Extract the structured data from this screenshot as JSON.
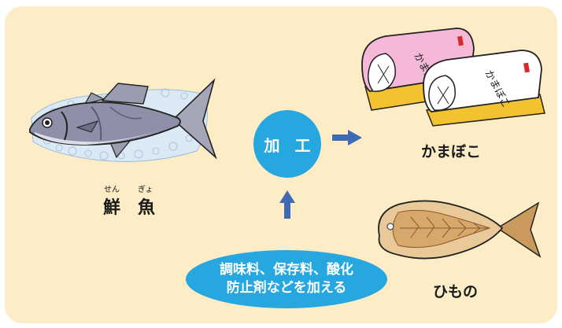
{
  "source": {
    "ruby": [
      "せん",
      "ぎょ"
    ],
    "label": [
      "鮮",
      "魚"
    ]
  },
  "process": {
    "label": "加 工"
  },
  "additives": {
    "line1": "調味料、保存料、酸化",
    "line2": "防止剤などを加える"
  },
  "products": {
    "kamaboko": {
      "label": "かまぼこ",
      "package_text": "かまぼこ"
    },
    "himono": {
      "label": "ひもの"
    }
  },
  "colors": {
    "panel": "#fdedc6",
    "accent": "#27a7e0",
    "arrow": "#3f6bb4"
  },
  "icons": [
    "fish-icon",
    "ice-bed-icon",
    "kamaboko-icon",
    "dried-fish-icon",
    "arrow-right-icon",
    "arrow-up-icon"
  ]
}
